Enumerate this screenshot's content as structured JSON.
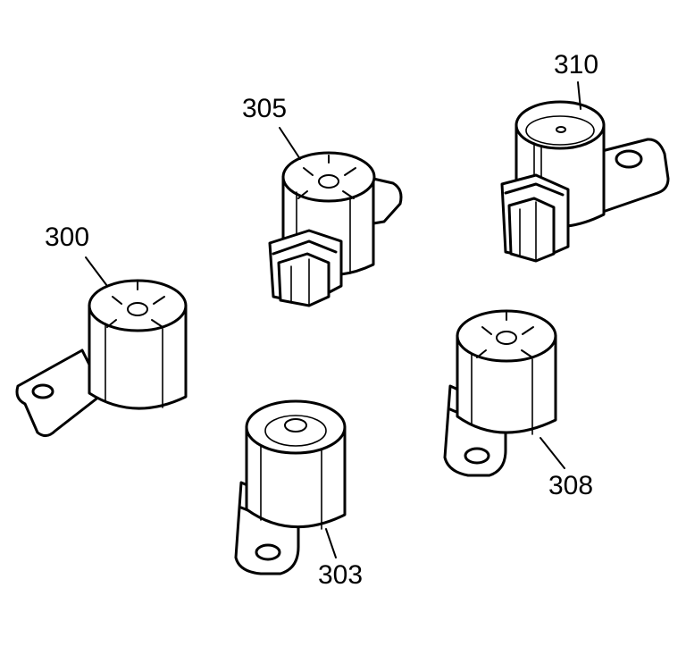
{
  "labels": {
    "solenoid_300": "300",
    "solenoid_303": "303",
    "solenoid_305": "305",
    "solenoid_308": "308",
    "solenoid_310": "310"
  }
}
